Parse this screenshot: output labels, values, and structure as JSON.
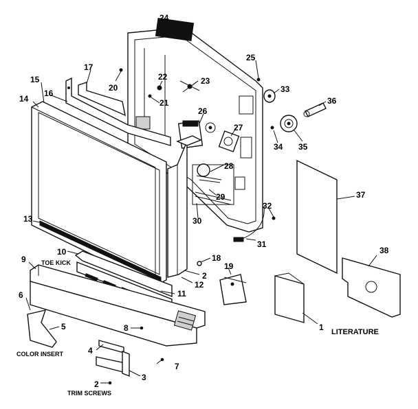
{
  "captions": {
    "toe_kick": "TOE KICK",
    "color_insert": "COLOR INSERT",
    "trim_screws": "TRIM SCREWS",
    "literature": "LITERATURE"
  },
  "callouts": [
    "1",
    "2",
    "3",
    "4",
    "5",
    "6",
    "7",
    "8",
    "9",
    "10",
    "11",
    "12",
    "13",
    "14",
    "15",
    "16",
    "17",
    "18",
    "19",
    "20",
    "21",
    "22",
    "23",
    "24",
    "25",
    "26",
    "27",
    "28",
    "29",
    "30",
    "31",
    "32",
    "33",
    "34",
    "35",
    "36",
    "37",
    "38"
  ],
  "callout_2b": "2"
}
